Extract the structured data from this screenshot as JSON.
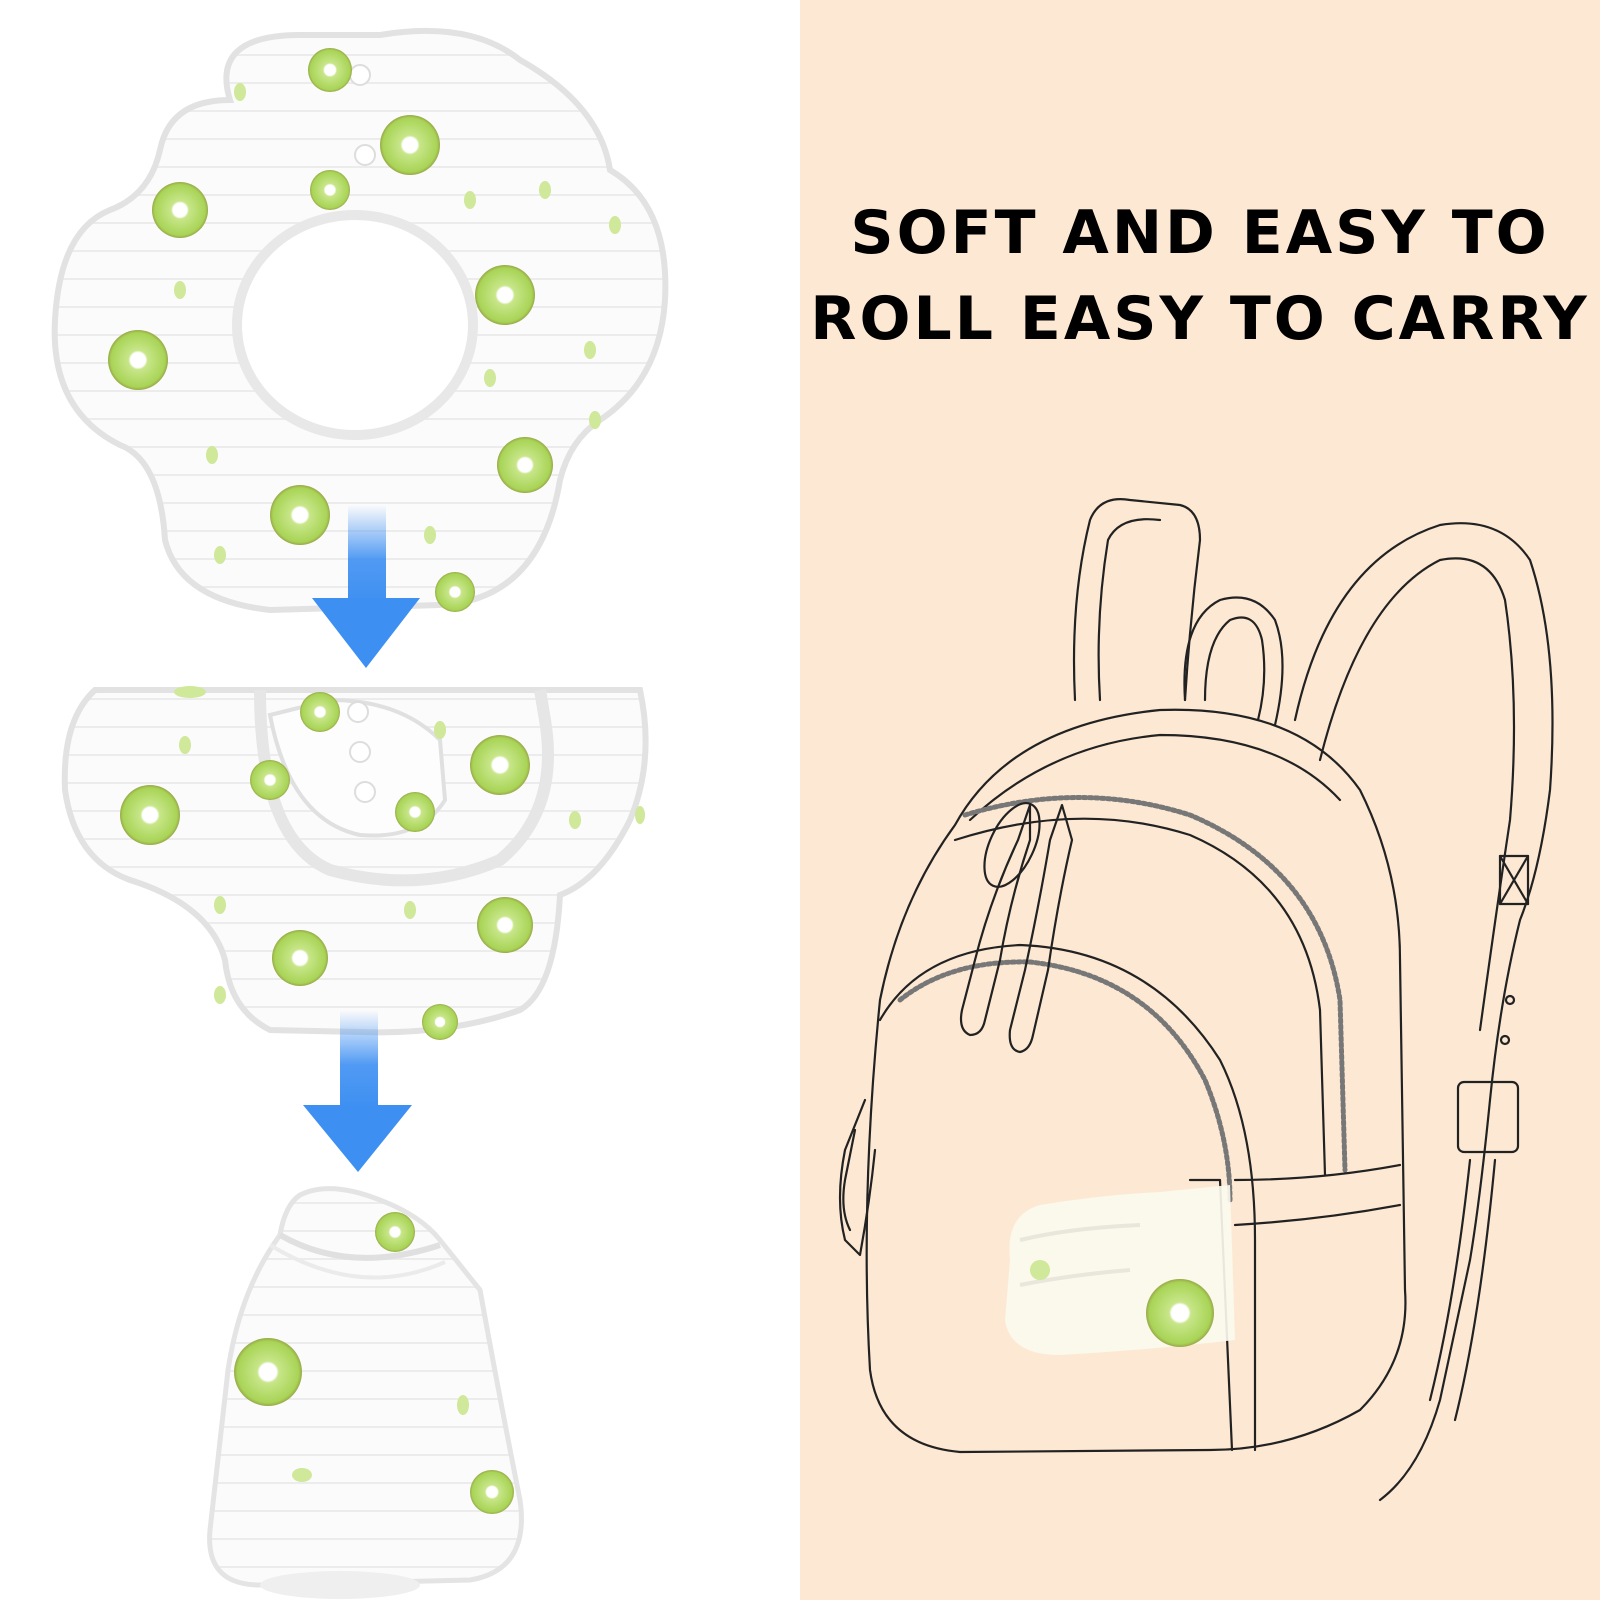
{
  "background_color": "#fde9d3",
  "accent_color": "#3d8ff2",
  "pattern_color": "#a8d456",
  "headline": {
    "line1": "SOFT AND EASY TO",
    "line2": "ROLL EASY TO CARRY"
  },
  "steps": [
    {
      "name": "bib-flat"
    },
    {
      "name": "bib-folded"
    },
    {
      "name": "bib-rolled"
    }
  ]
}
